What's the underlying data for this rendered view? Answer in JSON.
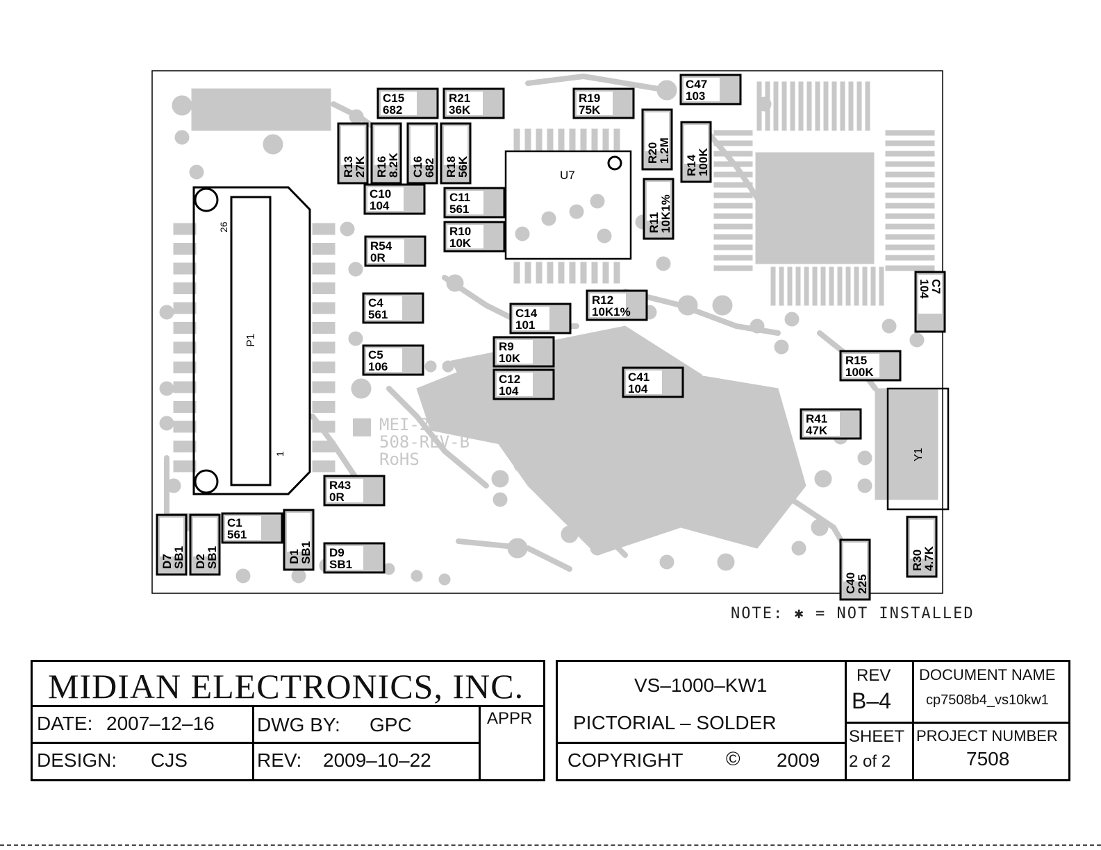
{
  "board": {
    "marking": [
      "MEI-2008",
      "508-REV-B",
      "RoHS"
    ],
    "connector": {
      "ref": "P1",
      "pin_high": "26",
      "pin_low": "1"
    },
    "ic": {
      "ref": "U7"
    },
    "crystal": {
      "ref": "Y1"
    },
    "components": [
      {
        "ref": "C15",
        "val": "682"
      },
      {
        "ref": "R21",
        "val": "36K"
      },
      {
        "ref": "R19",
        "val": "75K"
      },
      {
        "ref": "C47",
        "val": "103"
      },
      {
        "ref": "R13",
        "val": "27K"
      },
      {
        "ref": "R16",
        "val": "8.2K"
      },
      {
        "ref": "C16",
        "val": "682"
      },
      {
        "ref": "R18",
        "val": "56K"
      },
      {
        "ref": "R20",
        "val": "1.2M"
      },
      {
        "ref": "R14",
        "val": "100K"
      },
      {
        "ref": "C10",
        "val": "104"
      },
      {
        "ref": "C11",
        "val": "561"
      },
      {
        "ref": "R11",
        "val": "10K1%"
      },
      {
        "ref": "R10",
        "val": "10K"
      },
      {
        "ref": "R54",
        "val": "0R"
      },
      {
        "ref": "C7",
        "val": "104"
      },
      {
        "ref": "C4",
        "val": "561"
      },
      {
        "ref": "R12",
        "val": "10K1%"
      },
      {
        "ref": "C14",
        "val": "101"
      },
      {
        "ref": "R9",
        "val": "10K"
      },
      {
        "ref": "C5",
        "val": "106"
      },
      {
        "ref": "R15",
        "val": "100K"
      },
      {
        "ref": "C12",
        "val": "104"
      },
      {
        "ref": "C41",
        "val": "104"
      },
      {
        "ref": "R41",
        "val": "47K"
      },
      {
        "ref": "R43",
        "val": "0R"
      },
      {
        "ref": "C1",
        "val": "561"
      },
      {
        "ref": "D7",
        "val": "SB1"
      },
      {
        "ref": "D2",
        "val": "SB1"
      },
      {
        "ref": "D1",
        "val": "SB1"
      },
      {
        "ref": "D9",
        "val": "SB1"
      },
      {
        "ref": "R30",
        "val": "4.7K"
      },
      {
        "ref": "C40",
        "val": "225"
      }
    ]
  },
  "note": "NOTE: ✱ = NOT INSTALLED",
  "titleblock": {
    "company": "MIDIAN ELECTRONICS, INC.",
    "date_label": "DATE:",
    "date": "2007‒12‒16",
    "dwg_by_label": "DWG BY:",
    "dwg_by": "GPC",
    "appr_label": "APPR",
    "design_label": "DESIGN:",
    "design": "CJS",
    "rev_label": "REV:",
    "rev_date": "2009‒10‒22",
    "title": "VS‒1000‒KW1",
    "subtitle": "PICTORIAL  ‒ SOLDER",
    "copyright_label": "COPYRIGHT",
    "copyright_symbol": "©",
    "copyright_year": "2009",
    "rev_head": "REV",
    "rev": "B‒4",
    "doc_name_head": "DOCUMENT NAME",
    "doc_name": "cp7508b4_vs10kw1",
    "sheet_head": "SHEET",
    "sheet": "2 of 2",
    "project_head": "PROJECT NUMBER",
    "project": "7508"
  },
  "colors": {
    "copper": "#c8c8c8",
    "outline": "#000000",
    "ink": "#111111"
  }
}
